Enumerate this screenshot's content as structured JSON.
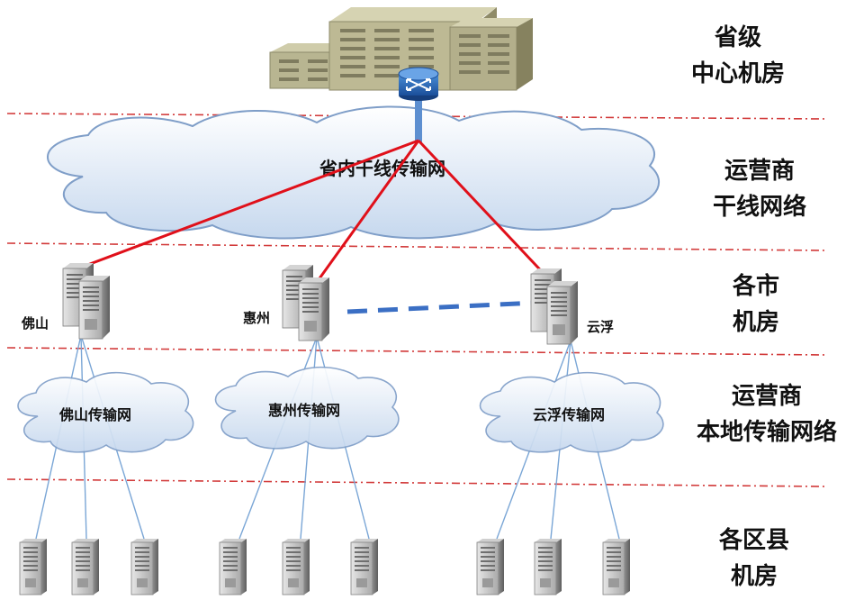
{
  "tiers": [
    {
      "line1": "省级",
      "line2": "中心机房"
    },
    {
      "line1": "运营商",
      "line2": "干线网络"
    },
    {
      "line1": "各市",
      "line2": "机房"
    },
    {
      "line1": "运营商",
      "line2": "本地传输网络"
    },
    {
      "line1": "各区县",
      "line2": "机房"
    }
  ],
  "backbone": {
    "label": "省内干线传输网"
  },
  "cities": [
    {
      "name": "佛山",
      "network": "佛山传输网"
    },
    {
      "name": "惠州",
      "network": "惠州传输网"
    },
    {
      "name": "云浮",
      "network": "云浮传输网"
    }
  ],
  "colors": {
    "backbone_link": "#e0101a",
    "city_link_dashed": "#3b6fc4",
    "local_link": "#7aa6d6",
    "tier_divider": "#d23a3a",
    "cloud_fill": "#dbe8f6",
    "cloud_stroke": "#7f9ec8",
    "building": "#b8b591"
  },
  "icons": [
    "building-icon",
    "router-icon",
    "server-icon",
    "cloud-icon"
  ]
}
